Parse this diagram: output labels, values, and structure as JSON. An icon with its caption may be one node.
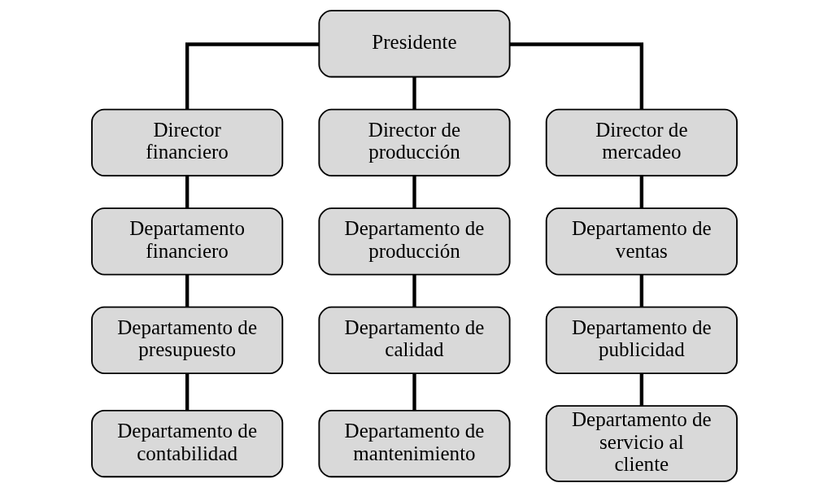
{
  "diagram": {
    "nodes": [
      {
        "text": [
          "Presidente"
        ]
      },
      {
        "text": [
          "Director financiero"
        ]
      },
      {
        "text": [
          "Director de producción"
        ]
      },
      {
        "text": [
          "Director de mercadeo"
        ]
      },
      {
        "text": [
          "Departamento financiero"
        ]
      },
      {
        "text": [
          "Departamento de presupuesto"
        ]
      },
      {
        "text": [
          "Departamento de contabilidad"
        ]
      },
      {
        "text": [
          "Departamento de producción"
        ]
      },
      {
        "text": [
          "Departamento de calidad"
        ]
      },
      {
        "text": [
          "Departamento de mantenimiento"
        ]
      },
      {
        "text": [
          "Departamento de ventas"
        ]
      },
      {
        "text": [
          "Departamento de publicidad"
        ]
      },
      {
        "text": [
          "Departamento de servicio al cliente"
        ]
      }
    ],
    "edges": [
      {
        "from": 0,
        "to": 1,
        "arrow": "none"
      },
      {
        "from": 0,
        "to": 2,
        "arrow": "none"
      },
      {
        "from": 0,
        "to": 3,
        "arrow": "none"
      },
      {
        "from": 1,
        "to": 4,
        "arrow": "none"
      },
      {
        "from": 4,
        "to": 5,
        "arrow": "none"
      },
      {
        "from": 5,
        "to": 6,
        "arrow": "none"
      },
      {
        "from": 2,
        "to": 7,
        "arrow": "none"
      },
      {
        "from": 7,
        "to": 8,
        "arrow": "none"
      },
      {
        "from": 8,
        "to": 9,
        "arrow": "none"
      },
      {
        "from": 3,
        "to": 10,
        "arrow": "none"
      },
      {
        "from": 10,
        "to": 11,
        "arrow": "none"
      },
      {
        "from": 11,
        "to": 12,
        "arrow": "none"
      }
    ]
  }
}
